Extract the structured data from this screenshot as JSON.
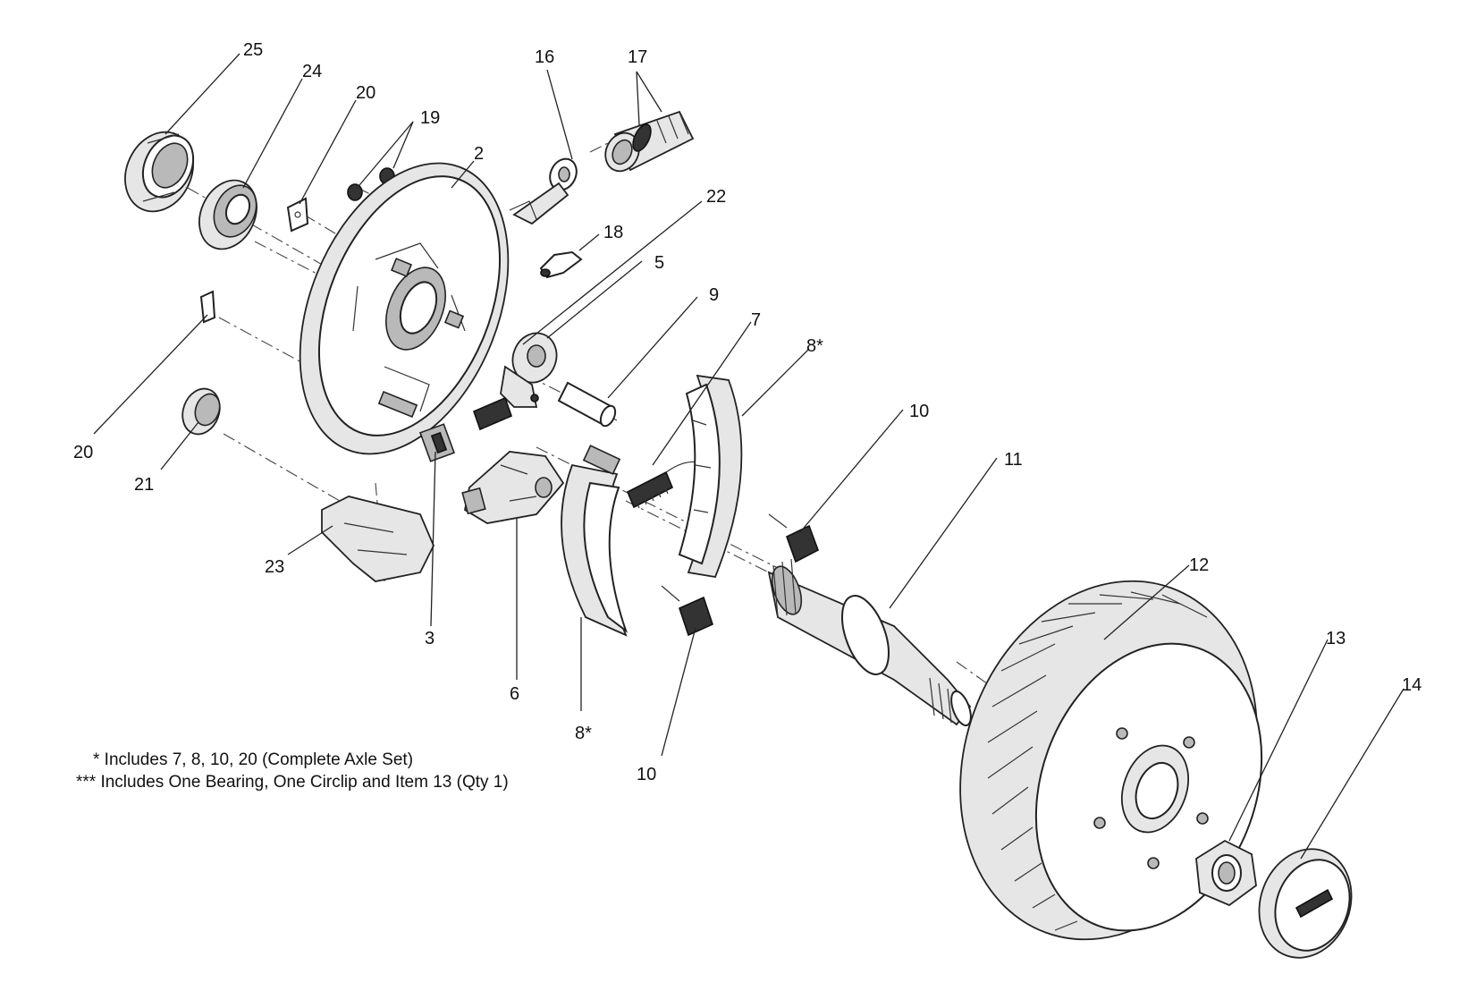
{
  "labels": {
    "l25": "25",
    "l24": "24",
    "l20a": "20",
    "l19": "19",
    "l2": "2",
    "l16": "16",
    "l17": "17",
    "l22": "22",
    "l18": "18",
    "l5": "5",
    "l9": "9",
    "l7": "7",
    "l8a": "8*",
    "l10a": "10",
    "l11": "11",
    "l20b": "20",
    "l21": "21",
    "l23": "23",
    "l3": "3",
    "l6": "6",
    "l8b": "8*",
    "l10b": "10",
    "l12": "12",
    "l13": "13",
    "l14": "14"
  },
  "notes": {
    "line1": "* Includes 7, 8, 10, 20 (Complete Axle Set)",
    "line2": "*** Includes One Bearing, One Circlip and Item 13 (Qty 1)"
  }
}
